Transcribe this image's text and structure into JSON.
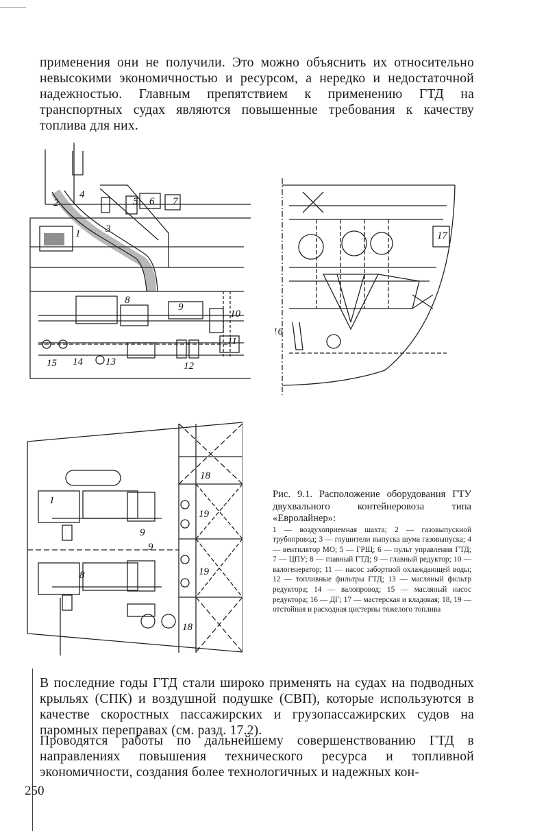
{
  "text": {
    "p1": "применения они не получили. Это можно объяснить их относительно невысокими экономичностью и ресурсом, а нередко и недостаточной надежностью. Главным препятствием к применению ГТД на транспортных судах являются повышенные требования к качеству топлива для них.",
    "p2": "В последние годы ГТД стали широко применять на судах на подводных крыльях (СПК) и воздушной подушке (СВП), которые используются в качестве скоростных пассажирских и грузопассажирских судов на паромных переправах (см. разд. 17.2).",
    "p3": "Проводятся работы по дальнейшему совершенствованию ГТД в направлениях повышения технического ресурса и топливной экономичности, создания более технологичных и надежных кон-"
  },
  "caption": {
    "title": "Рис. 9.1. Расположение оборудования ГТУ двухвального контейнеровоза типа «Евролайнер»:",
    "legend": "1 — воздухоприемная шахта; 2 — газовыпускной трубопровод; 3 — глушители выпуска шума газовыпуска; 4 — вентилятор МО; 5 — ГРЩ; 6 — пульт управления ГТД; 7 — ЦПУ; 8 — главный ГТД; 9 — главный редуктор; 10 — валогенератор; 11 — насос забортной охлаждающей воды; 12 — топливные фильтры ГТД; 13 — масляный фильтр редуктора; 14 — валопровод; 15 — масляный насос редуктора; 16 — ДГ; 17 — мастерская и кладовая; 18, 19 — отстойная и расходная цистерны тяжелого топлива"
  },
  "figure_labels": {
    "side": [
      "1",
      "2",
      "3",
      "4",
      "5",
      "6",
      "7",
      "8",
      "9",
      "10",
      "11",
      "12",
      "13",
      "14",
      "15"
    ],
    "section": [
      "16",
      "17"
    ],
    "plan": [
      "1",
      "8",
      "9",
      "9",
      "18",
      "19",
      "19",
      "18"
    ]
  },
  "page_number": "250"
}
